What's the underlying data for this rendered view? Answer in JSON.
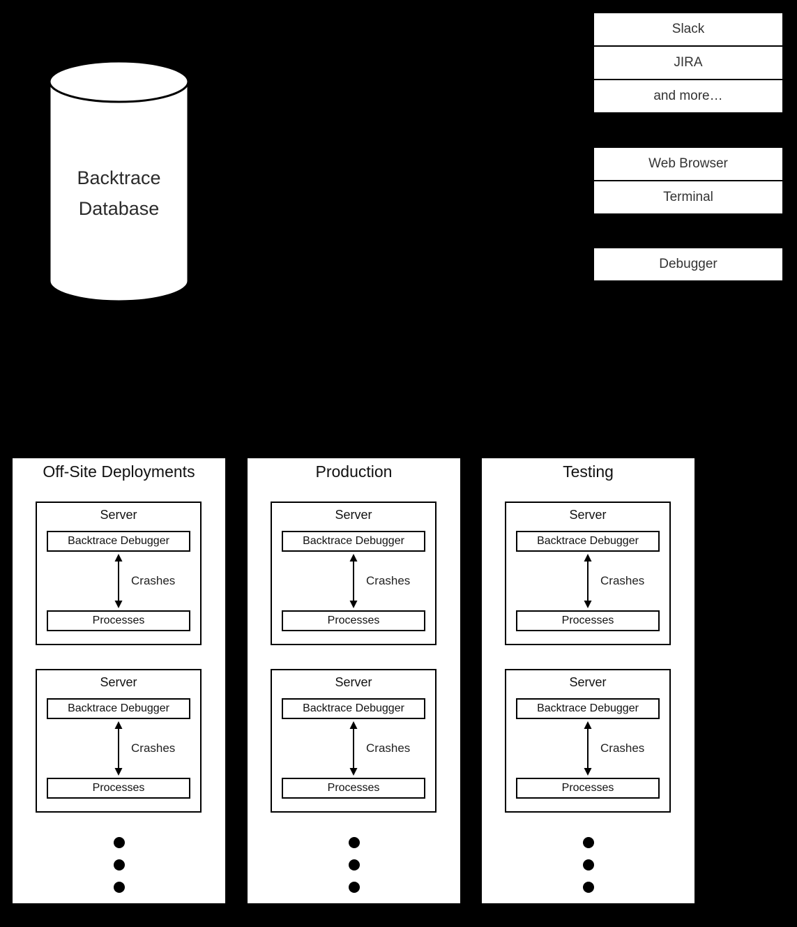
{
  "database": {
    "line1": "Backtrace",
    "line2": "Database"
  },
  "tools": {
    "integrations_group": [
      "Slack",
      "JIRA",
      "and more…"
    ],
    "clients_group": [
      "Web Browser",
      "Terminal"
    ],
    "debugger_group": [
      "Debugger"
    ]
  },
  "deployments": [
    {
      "title": "Off-Site Deployments",
      "servers": [
        {
          "title": "Server",
          "debugger": "Backtrace Debugger",
          "arrow_label": "Crashes",
          "processes": "Processes"
        },
        {
          "title": "Server",
          "debugger": "Backtrace Debugger",
          "arrow_label": "Crashes",
          "processes": "Processes"
        }
      ]
    },
    {
      "title": "Production",
      "servers": [
        {
          "title": "Server",
          "debugger": "Backtrace Debugger",
          "arrow_label": "Crashes",
          "processes": "Processes"
        },
        {
          "title": "Server",
          "debugger": "Backtrace Debugger",
          "arrow_label": "Crashes",
          "processes": "Processes"
        }
      ]
    },
    {
      "title": "Testing",
      "servers": [
        {
          "title": "Server",
          "debugger": "Backtrace Debugger",
          "arrow_label": "Crashes",
          "processes": "Processes"
        },
        {
          "title": "Server",
          "debugger": "Backtrace Debugger",
          "arrow_label": "Crashes",
          "processes": "Processes"
        }
      ]
    }
  ],
  "colors": {
    "background": "#000000",
    "box_fill": "#ffffff",
    "stroke": "#000000",
    "text": "#222222"
  }
}
